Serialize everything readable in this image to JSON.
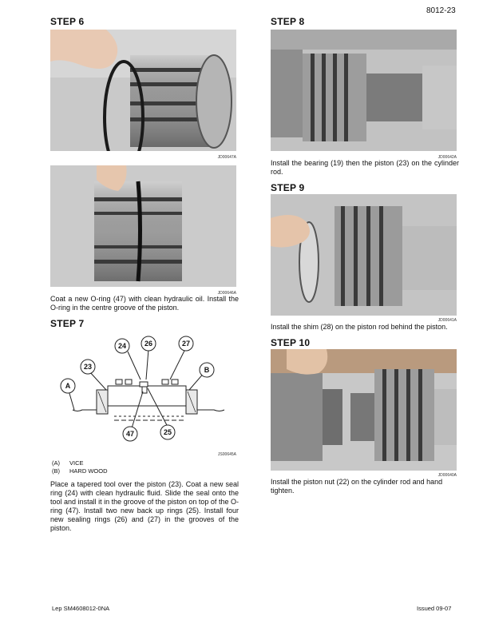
{
  "header": {
    "page_number": "8012-23"
  },
  "step6": {
    "title": "STEP 6",
    "photo1_code": "JD00647A",
    "photo2_code": "JD00646A",
    "text": "Coat a new O-ring (47) with clean hydraulic oil. Install the O-ring in the centre groove of the piston."
  },
  "step7": {
    "title": "STEP 7",
    "diagram_code": "JS00645A",
    "callouts": {
      "c24": "24",
      "c26": "26",
      "c27": "27",
      "c23": "23",
      "cB": "B",
      "cA": "A",
      "c47": "47",
      "c25": "25"
    },
    "legend": [
      {
        "key": "(A)",
        "label": "VICE"
      },
      {
        "key": "(B)",
        "label": "HARD WOOD"
      }
    ],
    "text": "Place a tapered tool over the piston (23). Coat a new seal ring (24) with clean hydraulic fluid. Slide the seal onto the tool and install it in the groove of the piston on top of the O-ring (47). Install two new back up rings (25). Install four new sealing rings (26) and (27) in the grooves of the piston."
  },
  "step8": {
    "title": "STEP 8",
    "photo_code": "JD00642A",
    "text": "Install the bearing (19) then the piston (23) on the cylinder rod."
  },
  "step9": {
    "title": "STEP 9",
    "photo_code": "JD00641A",
    "text": "Install the shim (28) on the piston rod behind the piston."
  },
  "step10": {
    "title": "STEP 10",
    "photo_code": "JD00640A",
    "text": "Install the piston nut (22) on the cylinder rod and hand tighten."
  },
  "footer": {
    "left": "Lep SM4608012-0NA",
    "right": "Issued 09-07"
  }
}
